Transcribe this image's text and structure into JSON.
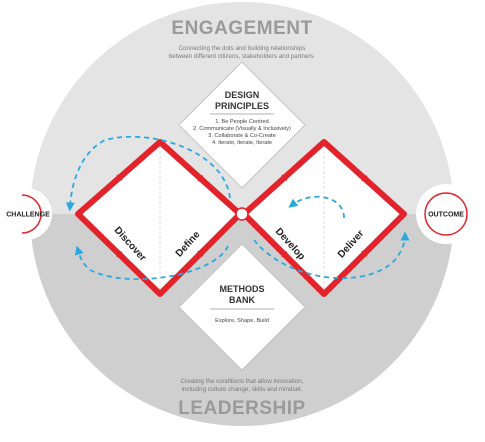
{
  "engagement": {
    "title": "ENGAGEMENT",
    "description_lines": [
      "Connecting the dots and building relationships",
      "between different citizens, stakeholders and partners."
    ]
  },
  "leadership": {
    "title": "LEADERSHIP",
    "description_lines": [
      "Creating the conditions that allow innovation,",
      "including culture change, skills and mindset."
    ]
  },
  "design_principles": {
    "title_lines": [
      "DESIGN",
      "PRINCIPLES"
    ],
    "items": [
      "1. Be People Centred",
      "2. Communicate (Visually & Inclusively)",
      "3. Collaborate & Co-Create",
      "4. Iterate, Iterate, Iterate"
    ]
  },
  "methods_bank": {
    "title_lines": [
      "METHODS",
      "BANK"
    ],
    "items": [
      "Explore, Shape, Build"
    ]
  },
  "phases": {
    "discover": "Discover",
    "define": "Define",
    "develop": "Develop",
    "deliver": "Deliver"
  },
  "challenge": "CHALLENGE",
  "outcome": "OUTCOME",
  "colors": {
    "red": "#e3232b",
    "blue": "#2aa9e0",
    "top_gray": "#e4e4e4",
    "bottom_gray": "#cfcfcf",
    "text_gray": "#9a9a9a"
  }
}
